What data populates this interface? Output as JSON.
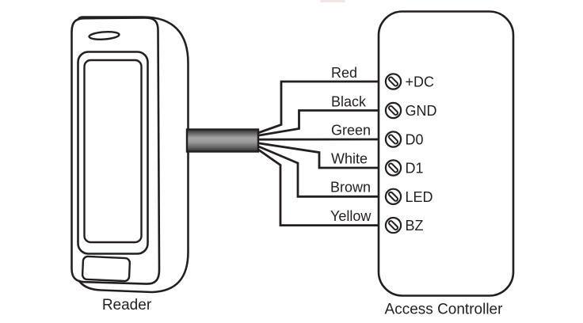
{
  "diagram": {
    "reader": {
      "label": "Reader"
    },
    "controller": {
      "label": "Access Controller"
    },
    "connections": [
      {
        "wire_color": "Red",
        "terminal": "+DC"
      },
      {
        "wire_color": "Black",
        "terminal": "GND"
      },
      {
        "wire_color": "Green",
        "terminal": "D0"
      },
      {
        "wire_color": "White",
        "terminal": "D1"
      },
      {
        "wire_color": "Brown",
        "terminal": "LED"
      },
      {
        "wire_color": "Yellow",
        "terminal": "BZ"
      }
    ],
    "colors": {
      "line": "#231f20",
      "cable_edge": "#2e2e2e",
      "cable_shadow": "#585858",
      "cable_mid": "#a6a6a6",
      "cable_low": "#616161"
    }
  }
}
